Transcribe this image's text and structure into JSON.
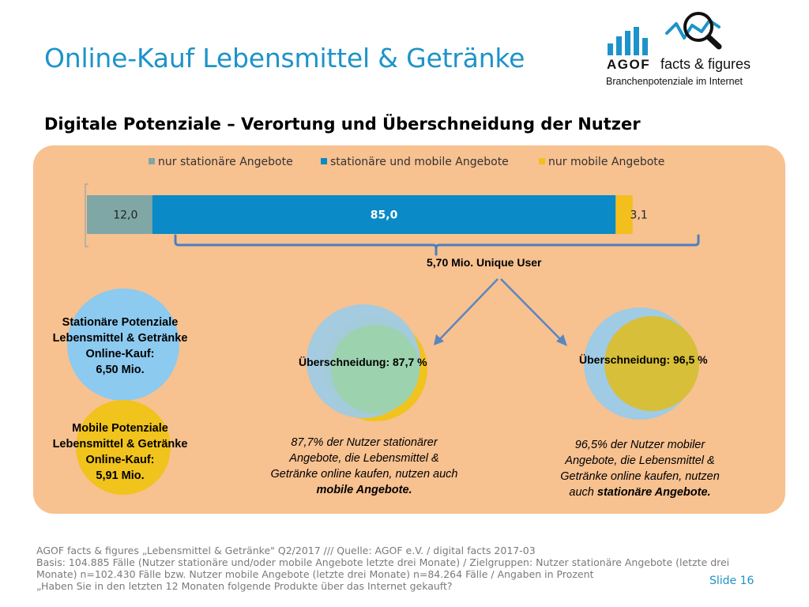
{
  "header": {
    "title": "Online-Kauf Lebensmittel & Getränke",
    "subtitle": "Digitale Potenziale – Verortung und Überschneidung der Nutzer"
  },
  "logo": {
    "brand": "AGOF",
    "tagline": "facts & figures",
    "sub": "Branchenpotenziale im Internet"
  },
  "colors": {
    "title": "#1d93c9",
    "panel": "#f7c190",
    "only_stationary": "#7fa7a5",
    "stationary_mobile": "#0a8ac6",
    "only_mobile": "#f3bf1d",
    "circle_blue": "#8ccaf0",
    "circle_yellow": "#f1c31d",
    "arrow": "#5a86c0"
  },
  "chart_data": {
    "type": "bar",
    "orientation": "horizontal-stacked",
    "categories": [
      ""
    ],
    "series": [
      {
        "name": "nur stationäre Angebote",
        "values": [
          12.0
        ],
        "label": "12,0"
      },
      {
        "name": "stationäre und mobile Angebote",
        "values": [
          85.0
        ],
        "label": "85,0"
      },
      {
        "name": "nur mobile Angebote",
        "values": [
          3.1
        ],
        "label": "3,1"
      }
    ],
    "legend": "top",
    "annotation": "5,70 Mio. Unique User"
  },
  "potentials": {
    "stationary": {
      "lines": [
        "Stationäre Potenziale",
        "Lebensmittel & Getränke",
        "Online-Kauf:",
        "6,50 Mio."
      ]
    },
    "mobile": {
      "lines": [
        "Mobile Potenziale",
        "Lebensmittel & Getränke",
        "Online-Kauf:",
        "5,91 Mio."
      ]
    }
  },
  "overlaps": [
    {
      "label": "Überschneidung: 87,7 %",
      "caption_lines": [
        "87,7% der Nutzer stationärer",
        "Angebote, die Lebensmittel &",
        "Getränke online kaufen, nutzen auch"
      ],
      "caption_bold": "mobile Angebote."
    },
    {
      "label": "Überschneidung: 96,5 %",
      "caption_lines": [
        "96,5% der Nutzer mobiler",
        "Angebote, die Lebensmittel &",
        "Getränke online kaufen, nutzen"
      ],
      "caption_prefix": "auch ",
      "caption_bold": "stationäre Angebote."
    }
  ],
  "footer": {
    "lines": [
      "AGOF facts & figures „Lebensmittel & Getränke\" Q2/2017 /// Quelle: AGOF e.V. / digital facts 2017-03",
      "Basis: 104.885 Fälle (Nutzer stationäre und/oder mobile Angebote letzte drei Monate) / Zielgruppen: Nutzer stationäre Angebote (letzte drei",
      "Monate) n=102.430 Fälle bzw. Nutzer mobile Angebote (letzte drei Monate) n=84.264 Fälle / Angaben in Prozent",
      "„Haben Sie in den letzten 12 Monaten folgende Produkte über das Internet gekauft?"
    ],
    "slide": "Slide 16"
  }
}
